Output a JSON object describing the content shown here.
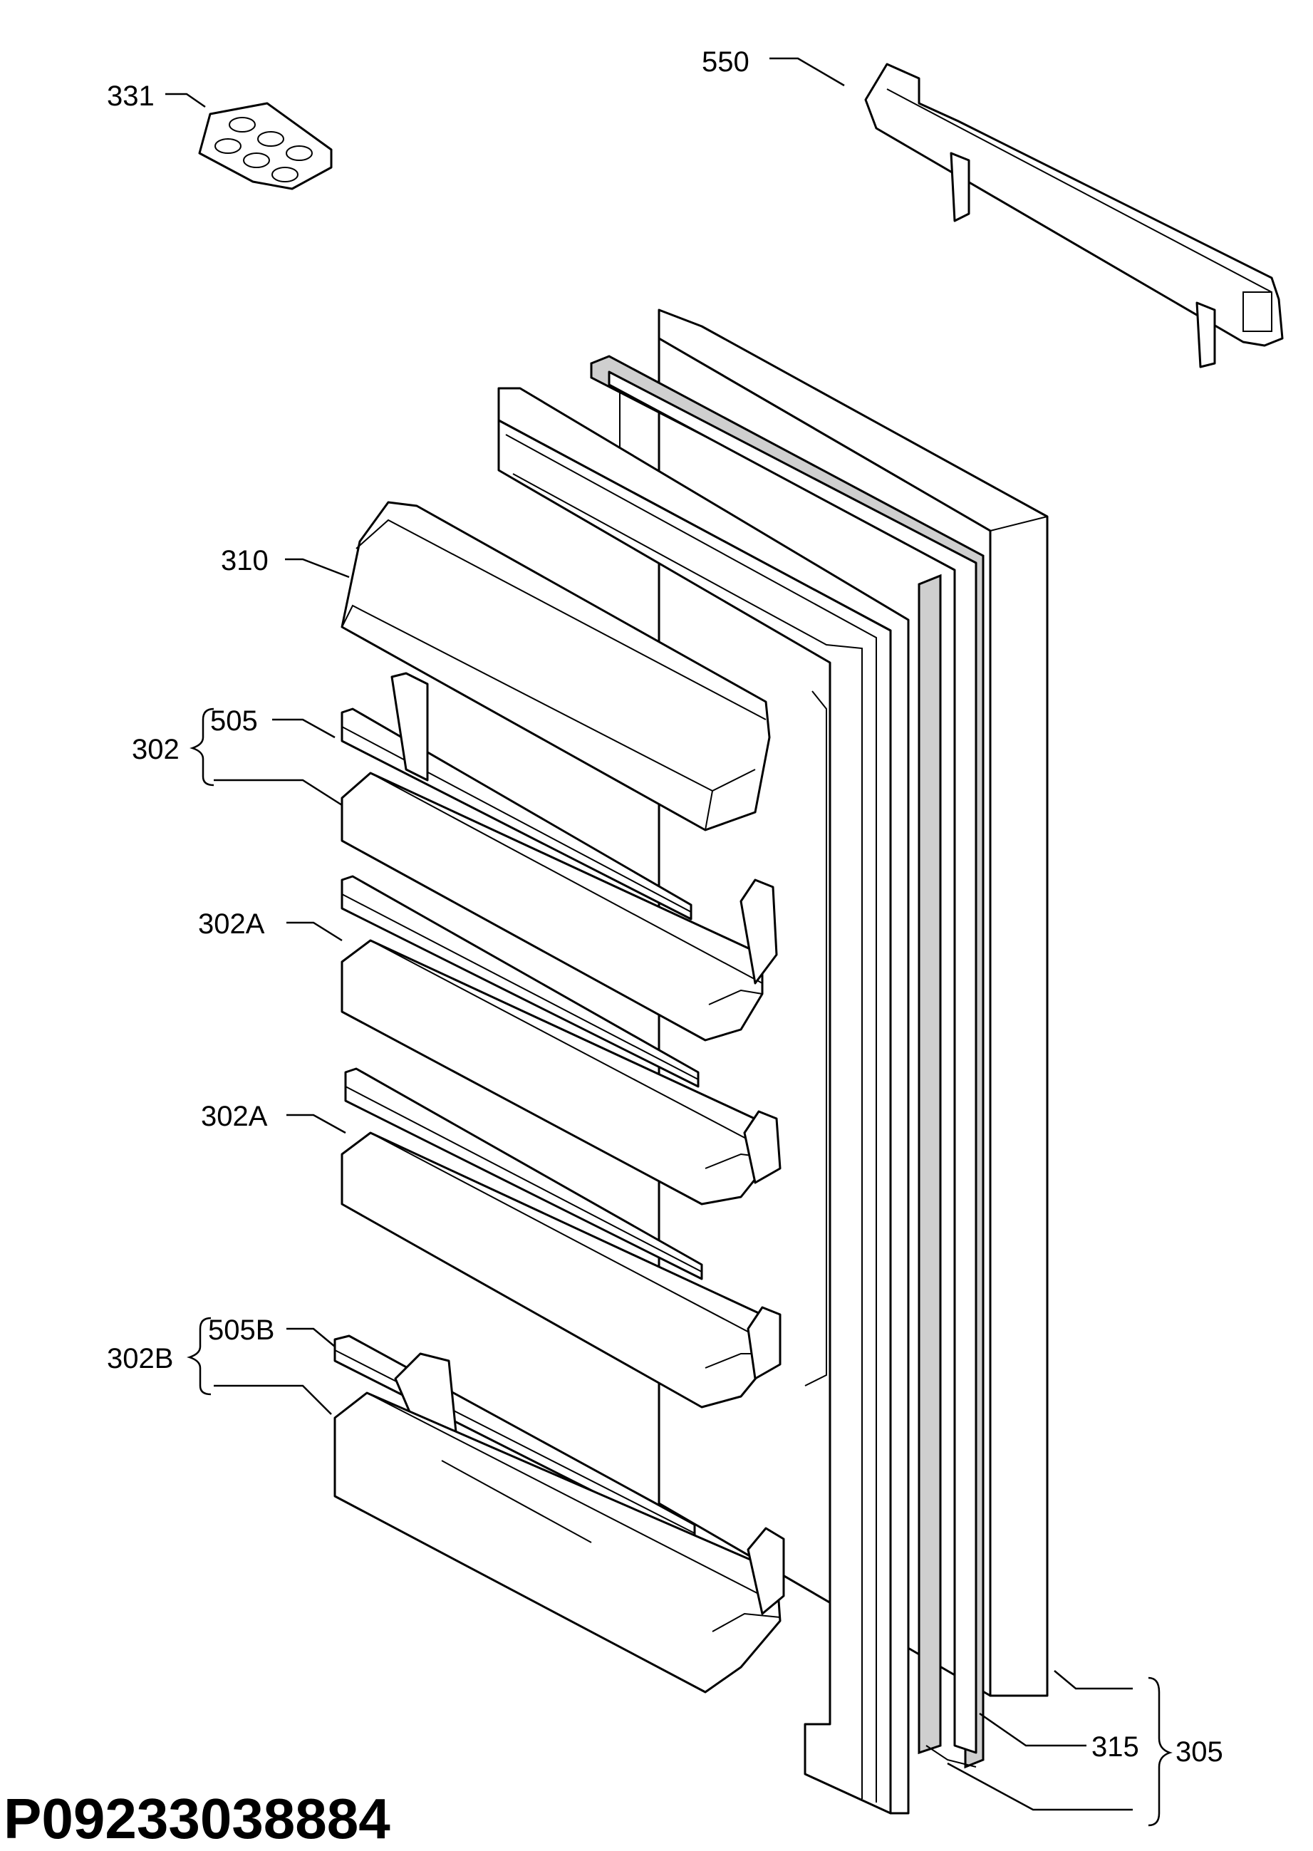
{
  "labels": {
    "l331": "331",
    "l550": "550",
    "l310": "310",
    "l302": "302",
    "l505": "505",
    "l302a_1": "302A",
    "l302a_2": "302A",
    "l302b": "302B",
    "l505b": "505B",
    "l315": "315",
    "l305": "305"
  },
  "drawing_code": "P09233038884"
}
